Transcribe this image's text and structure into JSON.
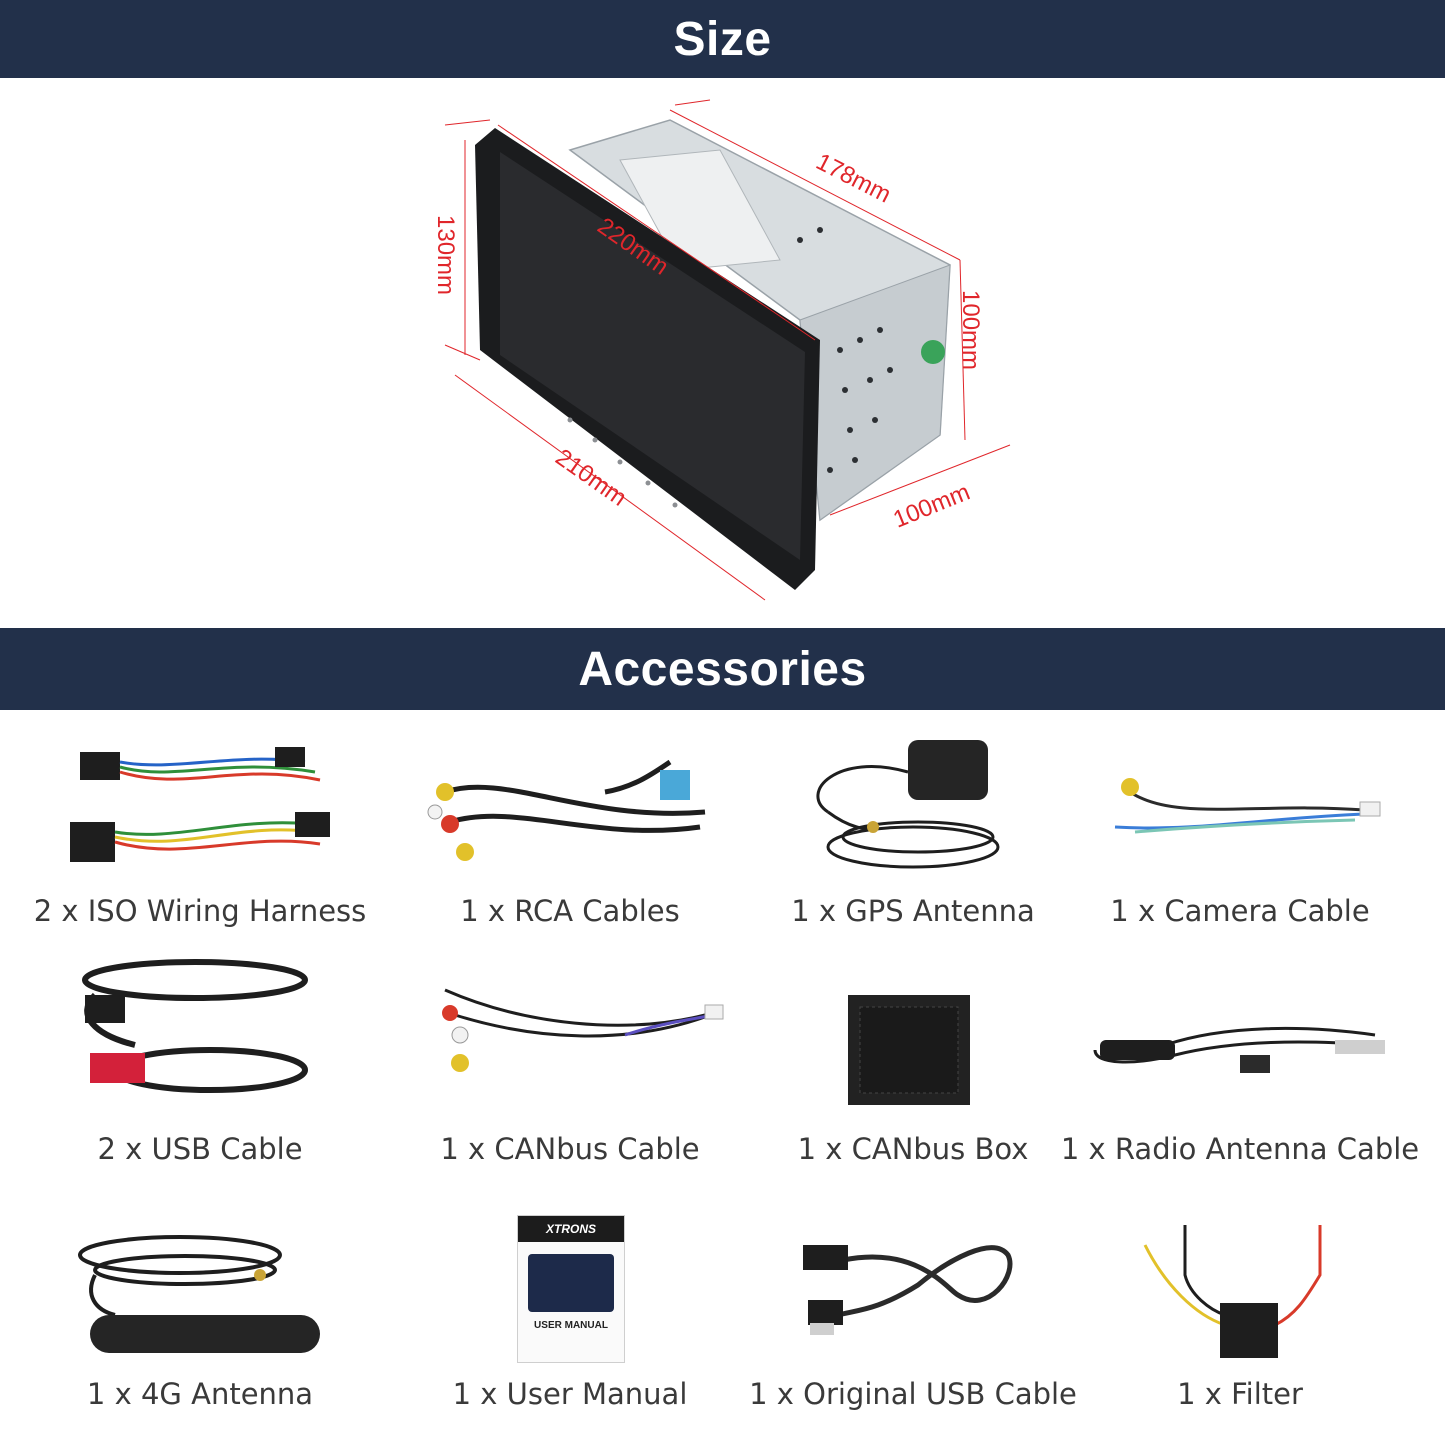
{
  "sections": {
    "size_title": "Size",
    "accessories_title": "Accessories"
  },
  "dimensions": {
    "depth": "178mm",
    "height_front": "130mm",
    "diagonal": "220mm",
    "width": "210mm",
    "height_back": "100mm",
    "width_back": "100mm"
  },
  "accessories": [
    {
      "label": "2 x ISO Wiring Harness",
      "icon": "wiring-harness-icon"
    },
    {
      "label": "1 x RCA Cables",
      "icon": "rca-cables-icon"
    },
    {
      "label": "1 x GPS Antenna",
      "icon": "gps-antenna-icon"
    },
    {
      "label": "1 x Camera Cable",
      "icon": "camera-cable-icon"
    },
    {
      "label": "2 x USB Cable",
      "icon": "usb-cable-icon"
    },
    {
      "label": "1 x CANbus Cable",
      "icon": "canbus-cable-icon"
    },
    {
      "label": "1 x CANbus Box",
      "icon": "canbus-box-icon"
    },
    {
      "label": "1 x Radio Antenna Cable",
      "icon": "radio-antenna-cable-icon"
    },
    {
      "label": "1 x 4G Antenna",
      "icon": "4g-antenna-icon"
    },
    {
      "label": "1 x User Manual",
      "icon": "user-manual-icon"
    },
    {
      "label": "1 x Original USB Cable",
      "icon": "original-usb-cable-icon"
    },
    {
      "label": "1 x Filter",
      "icon": "filter-icon"
    }
  ],
  "manual": {
    "brand": "XTRONS",
    "title": "USER MANUAL"
  },
  "colors": {
    "banner": "#22304a",
    "dimension_lines": "#e0262b"
  }
}
